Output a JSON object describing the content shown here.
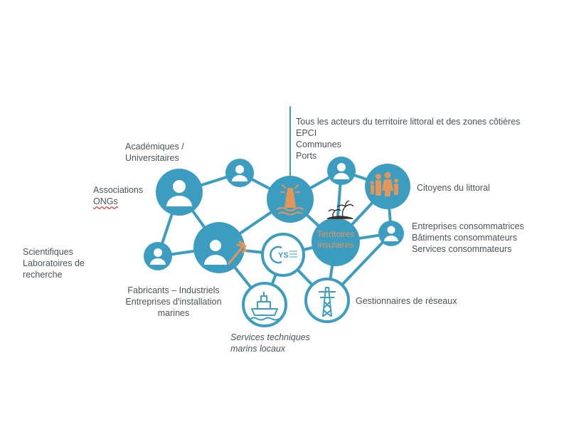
{
  "colors": {
    "network_blue": "#3c9dc1",
    "accent_orange": "#e2965a",
    "text_gray": "#4a5459"
  },
  "labels": {
    "top_actors": [
      "Tous les acteurs du territoire littoral et des zones côtières",
      "EPCI",
      "Communes",
      "Ports"
    ],
    "academiques": [
      "Académiques /",
      "Universitaires"
    ],
    "associations": [
      "Associations",
      "ONGs"
    ],
    "scientifiques": [
      "Scientifiques",
      "Laboratoires de",
      "recherche"
    ],
    "citoyens": "Citoyens du littoral",
    "entreprises": [
      "Entreprises consommatrices",
      "Bâtiments consommateurs",
      "Services consommateurs"
    ],
    "fabricants": [
      "Fabricants – Industriels",
      "Entreprises d'installation",
      "marines"
    ],
    "services_techniques": [
      "Services techniques",
      "marins locaux"
    ],
    "gestionnaires": "Gestionnaires de réseaux",
    "territoires": [
      "Territoires",
      "insulaires"
    ]
  },
  "nodes": {
    "lighthouse": "lighthouse-icon",
    "family": "family-icon",
    "trident": "trident-icon",
    "ship": "ship-icon",
    "pylon": "power-pylon-icon",
    "logo": "eys-logo",
    "person": "person-icon",
    "palm": "palm-island-icon"
  }
}
